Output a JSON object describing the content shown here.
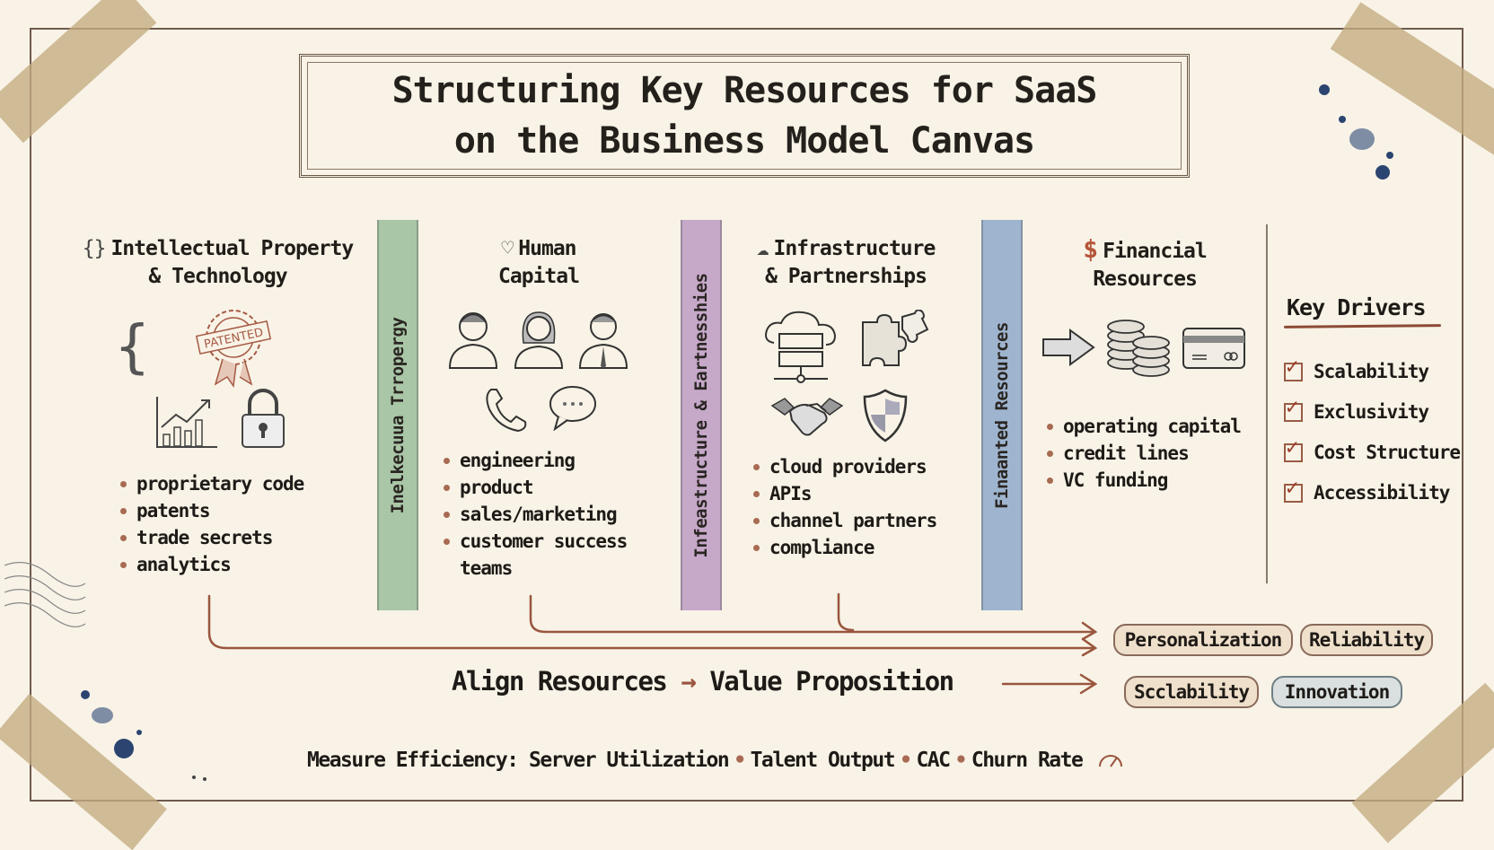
{
  "title": {
    "line1": "Structuring Key Resources for SaaS",
    "line2": "on the Business Model Canvas"
  },
  "columns": [
    {
      "id": "ip",
      "icon": "curly-braces-icon",
      "icon_glyph": "{}",
      "heading_line1": "Intellectual Property",
      "heading_line2": "& Technology",
      "illustrations": [
        "curly-braces-icon",
        "patented-seal-icon",
        "growth-chart-icon",
        "padlock-icon"
      ],
      "seal_text": "PATENTED",
      "bullets": [
        "proprietary code",
        "patents",
        "trade secrets",
        "analytics"
      ]
    },
    {
      "id": "human",
      "icon": "lightbulb-icon",
      "icon_glyph": "♡",
      "heading_line1": "Human",
      "heading_line2": "Capital",
      "illustrations": [
        "person-male-icon",
        "person-female-icon",
        "person-suit-icon",
        "phone-icon",
        "chat-bubble-icon"
      ],
      "bullets": [
        "engineering",
        "product",
        "sales/marketing",
        "customer success",
        "teams"
      ]
    },
    {
      "id": "infra",
      "icon": "cloud-icon",
      "icon_glyph": "☁",
      "heading_line1": "Infrastructure",
      "heading_line2": "& Partnerships",
      "illustrations": [
        "cloud-server-icon",
        "puzzle-icon",
        "handshake-icon",
        "shield-icon"
      ],
      "bullets": [
        "cloud providers",
        "APIs",
        "channel partners",
        "compliance"
      ]
    },
    {
      "id": "financial",
      "icon": "dollar-icon",
      "icon_glyph": "$",
      "heading_line1": "Financial",
      "heading_line2": "Resources",
      "illustrations": [
        "arrow-right-icon",
        "coin-stack-icon",
        "credit-card-icon"
      ],
      "bullets": [
        "operating capital",
        "credit lines",
        "VC funding"
      ]
    }
  ],
  "bands": [
    {
      "label": "Inelkecuua Trropergy",
      "color": "#a9c6a6"
    },
    {
      "label": "Infeastructure & Eartnesshies",
      "color": "#c6a8c9"
    },
    {
      "label": "Finaanted Resources",
      "color": "#9fb5cf"
    }
  ],
  "key_drivers": {
    "title": "Key Drivers",
    "items": [
      "Scalability",
      "Exclusivity",
      "Cost Structure",
      "Accessibility"
    ]
  },
  "pills": {
    "row1": [
      {
        "label": "Personalization",
        "bg": "#efe0cb"
      },
      {
        "label": "Reliability",
        "bg": "#efe0cb"
      }
    ],
    "row2": [
      {
        "label": "Scclability",
        "bg": "#efe0cb"
      },
      {
        "label": "Innovation",
        "bg": "#d9e0df"
      }
    ]
  },
  "align": {
    "left": "Align Resources",
    "arrow": "→",
    "right": "Value Proposition"
  },
  "bottom": {
    "prefix": "Measure Efficiency:",
    "items": [
      "Server Utilization",
      "Talent Output",
      "CAC",
      "Churn Rate"
    ],
    "gauge_icon": "gauge-icon"
  },
  "colors": {
    "paper": "#f8f3e6",
    "ink": "#1e1a17",
    "accent_rust": "#9a553e",
    "frame": "#6e5a4e",
    "tape": "#c4aa80",
    "ink_splatter": "#2c4470"
  }
}
